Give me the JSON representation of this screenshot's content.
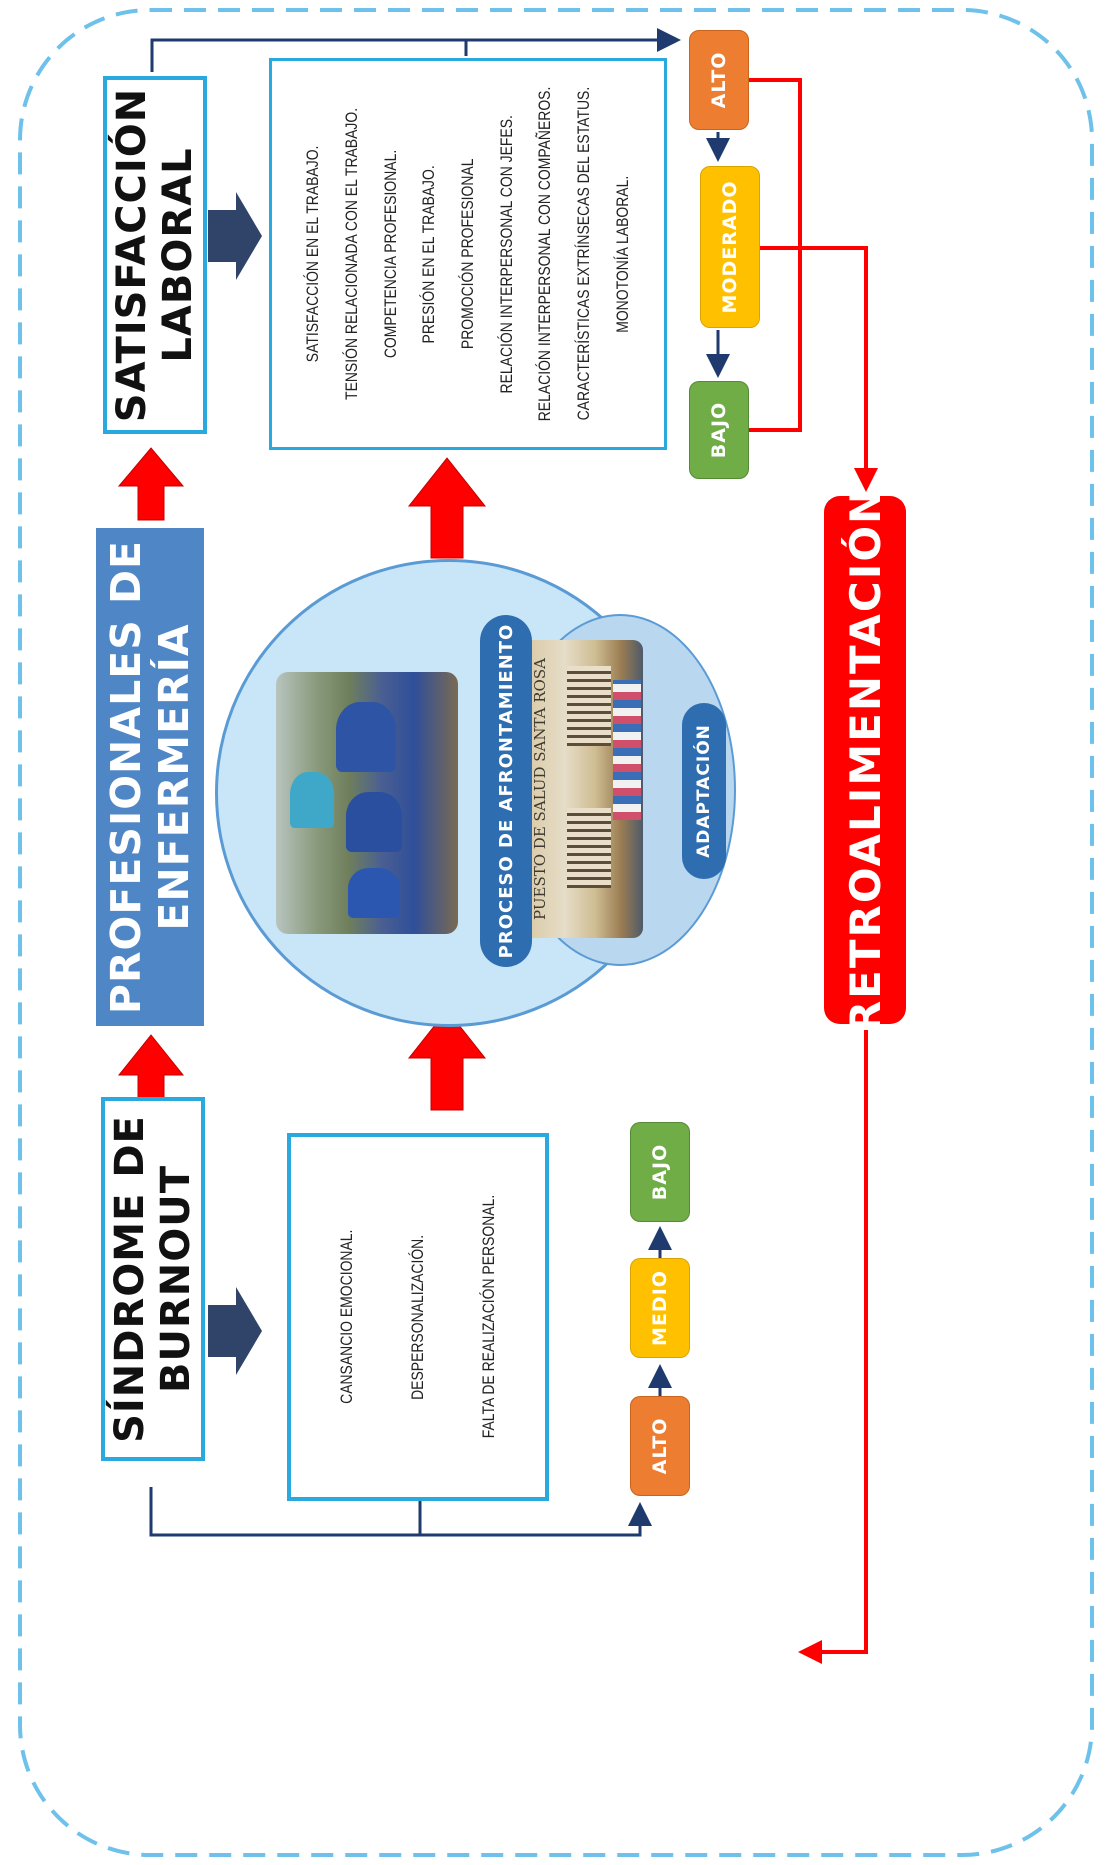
{
  "burnout": {
    "title_line1": "SÍNDROME DE",
    "title_line2": "BURNOUT",
    "dimensions": [
      "CANSANCIO EMOCIONAL.",
      "DESPERSONALIZACIÓN.",
      "FALTA DE REALIZACIÓN PERSONAL."
    ],
    "levels": [
      "ALTO",
      "MEDIO",
      "BAJO"
    ]
  },
  "center": {
    "title_line1": "PROFESIONALES DE",
    "title_line2": "ENFERMERÍA",
    "coping_label": "PROCESO DE AFRONTAMIENTO",
    "adaptation_label": "ADAPTACIÓN",
    "sign_text": "PUESTO DE SALUD SANTA ROSA"
  },
  "satisfaction": {
    "title_line1": "SATISFACCIÓN",
    "title_line2": "LABORAL",
    "factors": [
      "SATISFACCIÓN EN EL TRABAJO.",
      "TENSIÓN RELACIONADA CON EL TRABAJO.",
      "COMPETENCIA PROFESIONAL.",
      "PRESIÓN EN EL TRABAJO.",
      "PROMOCIÓN PROFESIONAL",
      "RELACIÓN INTERPERSONAL CON JEFES.",
      "RELACIÓN INTERPERSONAL CON COMPAÑEROS.",
      "CARACTERÍSTICAS EXTRÍNSECAS DEL ESTATUS.",
      "MONOTONÍA LABORAL."
    ],
    "levels": [
      "ALTO",
      "MODERADO",
      "BAJO"
    ]
  },
  "feedback": {
    "label": "RETROALIMENTACIÓN"
  },
  "colors": {
    "border_blue": "#2aa9df",
    "red": "#ff0000",
    "navy": "#1f3a6e",
    "orange": "#ed7d31",
    "yellow": "#ffc000",
    "green": "#70ad47",
    "professional_blue": "#4f86c6"
  }
}
